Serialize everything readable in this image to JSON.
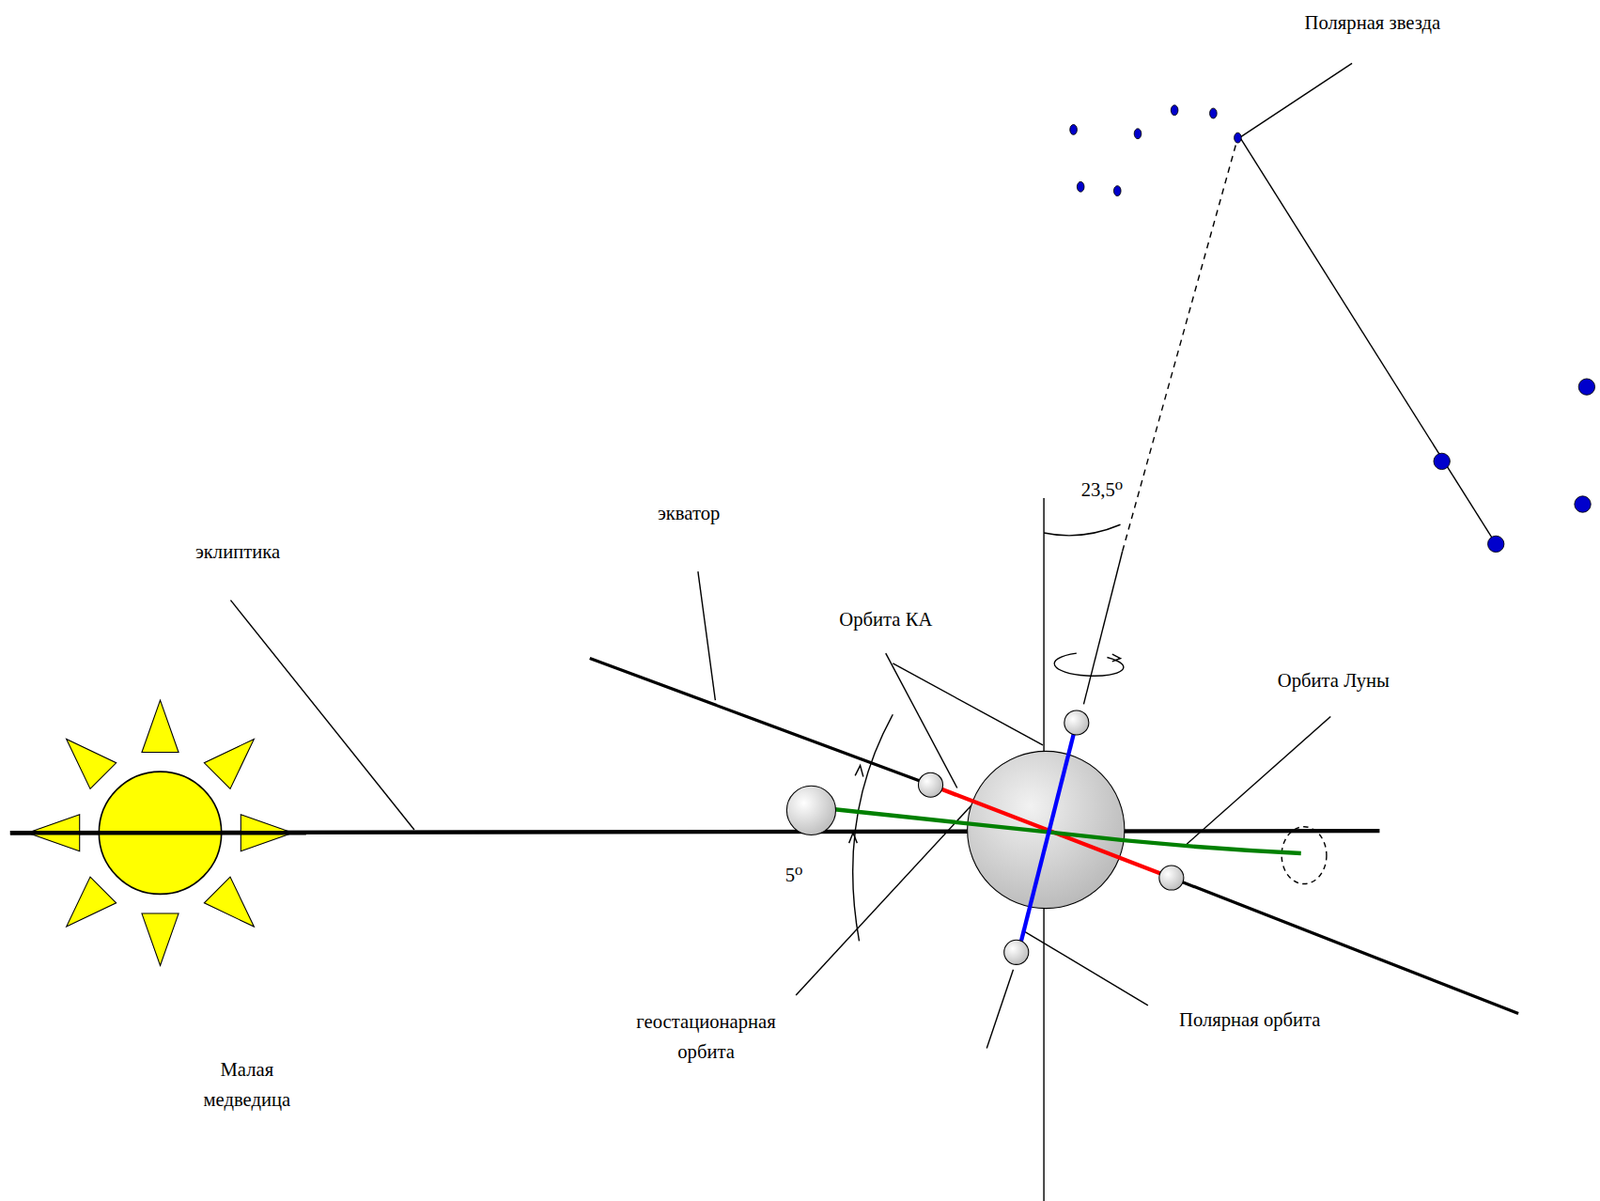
{
  "diagram": {
    "labels": [
      "Полярная звезда",
      "23,5⁰",
      "экватор",
      "эклиптика",
      "Орбита КА",
      "Орбита Луны",
      "5⁰",
      "геостационарная орбита",
      "Малая медведица",
      "Полярная орбита"
    ]
  }
}
